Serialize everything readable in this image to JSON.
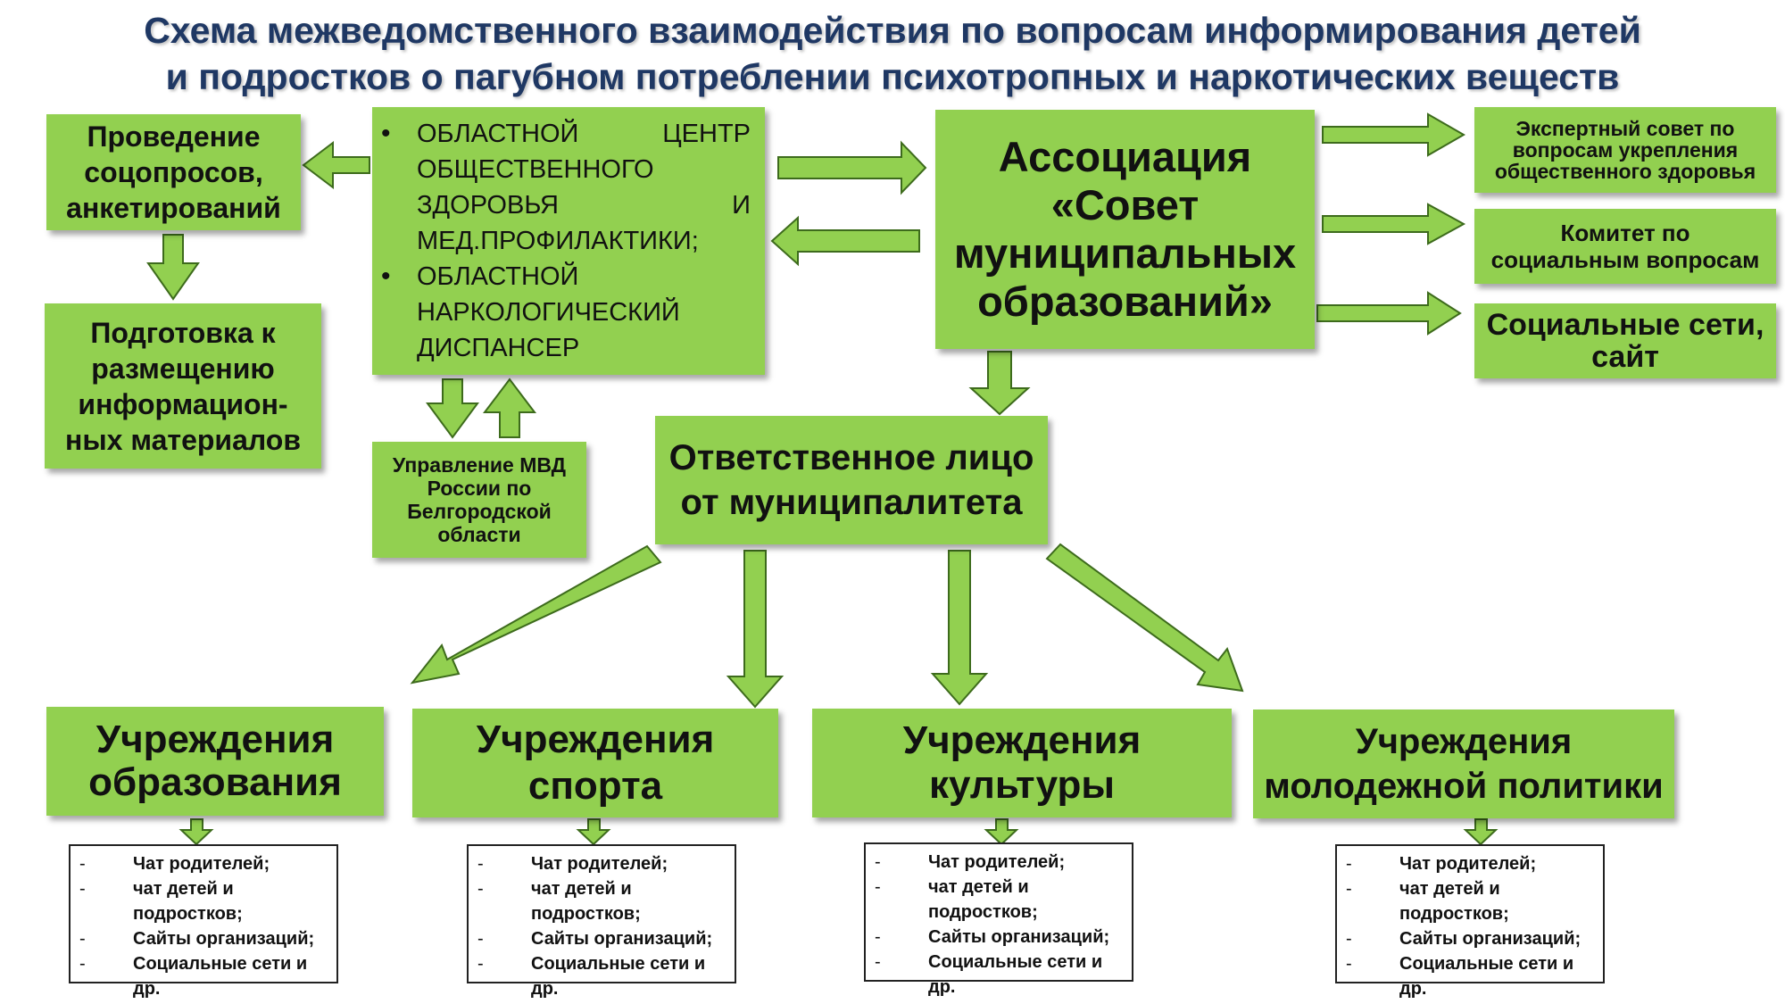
{
  "title": {
    "line1": "Схема межведомственного взаимодействия по вопросам информирования детей",
    "line2": "и подростков о пагубном потреблении психотропных и наркотических веществ"
  },
  "center_box": {
    "items": [
      "ОБЛАСТНОЙ ЦЕНТР ОБЩЕСТВЕННОГО ЗДОРОВЬЯ И МЕД.ПРОФИЛАКТИКИ;",
      "ОБЛАСТНОЙ НАРКОЛОГИЧЕСКИЙ ДИСПАНСЕР"
    ]
  },
  "surveys_box": {
    "lines": [
      "Проведение",
      "соцопросов,",
      "анкетирований"
    ]
  },
  "prep_box": {
    "lines": [
      "Подготовка к",
      "размещению",
      "информацион-",
      "ных материалов"
    ]
  },
  "mvd_box": {
    "lines": [
      "Управление МВД",
      "России по",
      "Белгородской",
      "области"
    ]
  },
  "association_box": {
    "lines": [
      "Ассоциация",
      "«Совет",
      "муниципальных",
      "образований»"
    ]
  },
  "expert_box": {
    "lines": [
      "Экспертный совет по",
      "вопросам укрепления",
      "общественного здоровья"
    ]
  },
  "committee_box": {
    "lines": [
      "Комитет по",
      "социальным вопросам"
    ]
  },
  "social_box": {
    "lines": [
      "Социальные сети,",
      "сайт"
    ]
  },
  "responsible_box": {
    "lines": [
      "Ответственное лицо",
      "от муниципалитета"
    ]
  },
  "institutions": [
    {
      "line1": "Учреждения",
      "line2": "образования"
    },
    {
      "line1": "Учреждения",
      "line2": "спорта"
    },
    {
      "line1": "Учреждения",
      "line2": "культуры"
    },
    {
      "line1": "Учреждения",
      "line2": "молодежной политики"
    }
  ],
  "channels": {
    "dash": "-",
    "items": [
      "Чат родителей;",
      "чат детей и",
      "подростков;",
      "Сайты организаций;",
      "Социальные сети и др."
    ]
  },
  "colors": {
    "box_green": "#92d050",
    "title_blue": "#1f3864",
    "arrow_outline": "#3d6b1c"
  }
}
